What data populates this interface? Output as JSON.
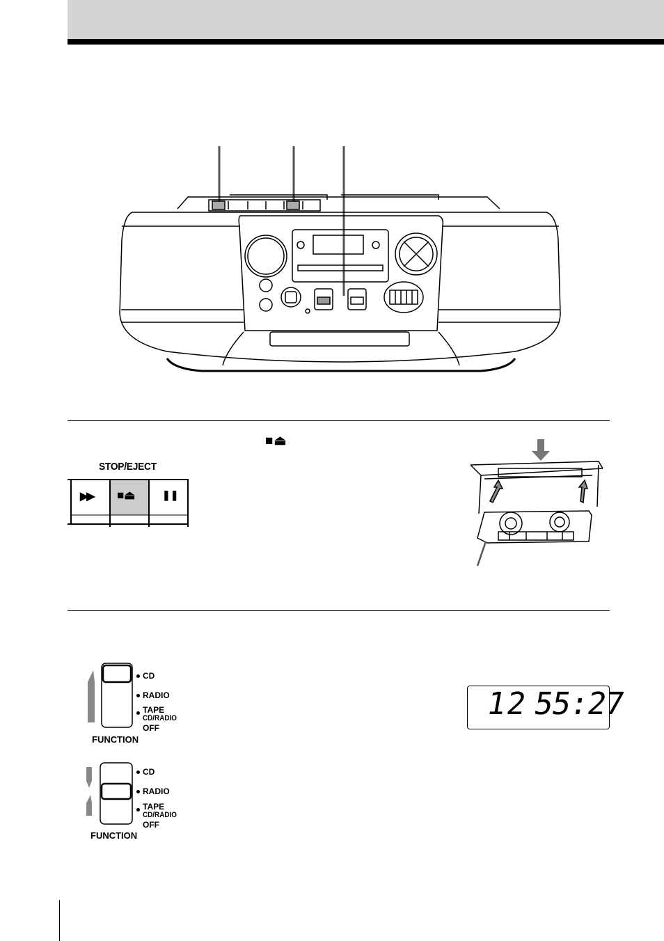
{
  "stop_eject": {
    "heading_symbol": "■⏏",
    "button_label": "STOP/EJECT",
    "keys": {
      "ff": "▶▶",
      "stop_eject": "■⏏",
      "pause": "❚❚"
    }
  },
  "function_switch_1": {
    "label": "FUNCTION",
    "positions": [
      "CD",
      "RADIO",
      "TAPE",
      "CD/RADIO",
      "OFF"
    ]
  },
  "function_switch_2": {
    "label": "FUNCTION",
    "positions": [
      "CD",
      "RADIO",
      "TAPE",
      "CD/RADIO",
      "OFF"
    ]
  },
  "lcd": {
    "track": "12",
    "time": "55:27"
  },
  "colors": {
    "header_band": "#d4d4d4",
    "highlight_gray": "#cccccc"
  }
}
